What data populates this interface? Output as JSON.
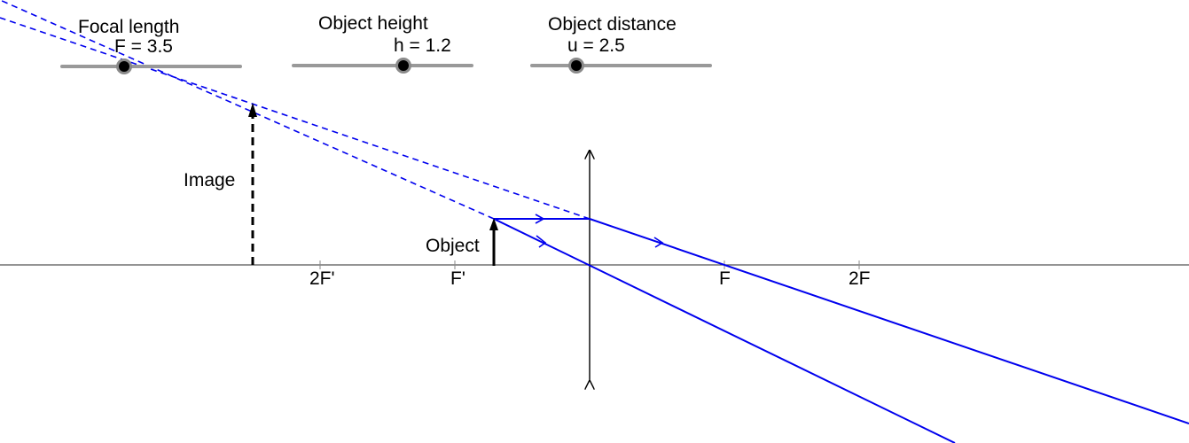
{
  "sliders": [
    {
      "id": "focal",
      "title": "Focal length",
      "value_text": "F = 3.5",
      "value": 3.5,
      "fraction": 0.35
    },
    {
      "id": "height",
      "title": "Object height",
      "value_text": "h = 1.2",
      "value": 1.2,
      "fraction": 0.62
    },
    {
      "id": "distance",
      "title": "Object distance",
      "value_text": "u = 2.5",
      "value": 2.5,
      "fraction": 0.25
    }
  ],
  "axis_labels": {
    "two_f_prime": "2F'",
    "f_prime": "F'",
    "f": "F",
    "two_f": "2F"
  },
  "labels": {
    "image": "Image",
    "object": "Object"
  },
  "optics": {
    "focal_length": 3.5,
    "object_height": 1.2,
    "object_distance": 2.5
  },
  "colors": {
    "ray": "#0000ee",
    "slider_track": "#999999",
    "axis": "#555555",
    "arrow": "#000000"
  }
}
